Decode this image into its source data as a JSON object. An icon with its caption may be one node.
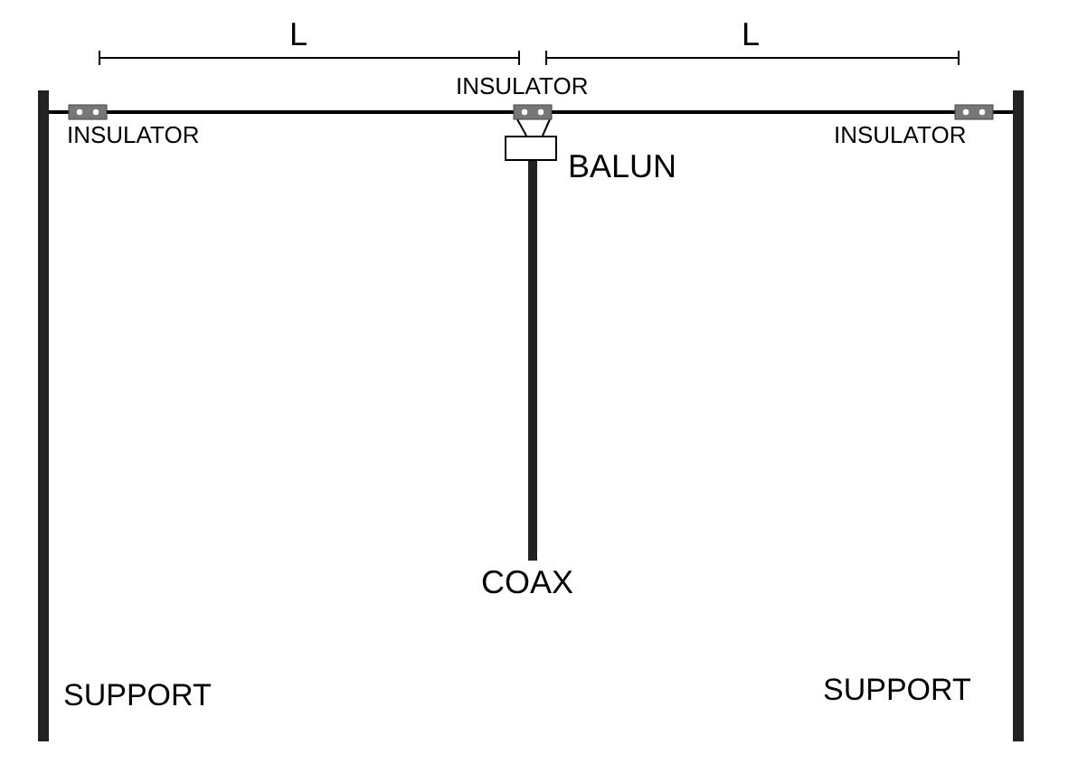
{
  "diagram": {
    "labels": [
      "L",
      "L",
      "INSULATOR",
      "INSULATOR",
      "INSULATOR",
      "BALUN",
      "COAX",
      "SUPPORT",
      "SUPPORT"
    ]
  }
}
